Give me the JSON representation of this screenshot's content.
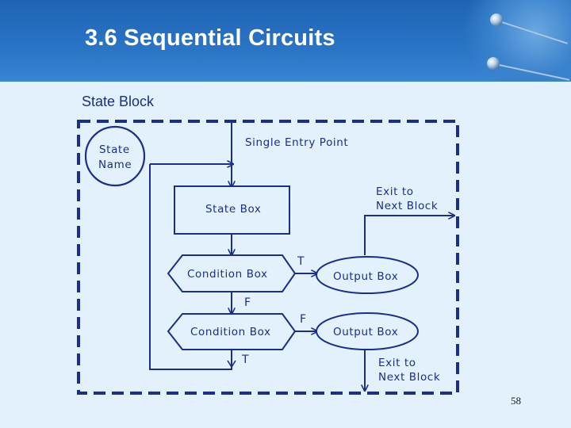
{
  "slide": {
    "title": "3.6 Sequential Circuits",
    "subtitle": "State Block",
    "page_number": "58"
  },
  "diagram": {
    "state_name": [
      "State",
      "Name"
    ],
    "single_entry_point": "Single Entry Point",
    "state_box": "State Box",
    "exit_top": [
      "Exit to",
      "Next Block"
    ],
    "condition_box_1": "Condition Box",
    "condition_box_2": "Condition Box",
    "output_box_1": "Output Box",
    "output_box_2": "Output Box",
    "true_label_1": "T",
    "false_label_1": "F",
    "false_label_2": "F",
    "true_label_2": "T",
    "exit_bottom": [
      "Exit to",
      "Next Block"
    ]
  },
  "colors": {
    "header_blue": "#2a74c6",
    "background": "#e2f1fb",
    "diagram_navy": "#1b2e8a"
  }
}
